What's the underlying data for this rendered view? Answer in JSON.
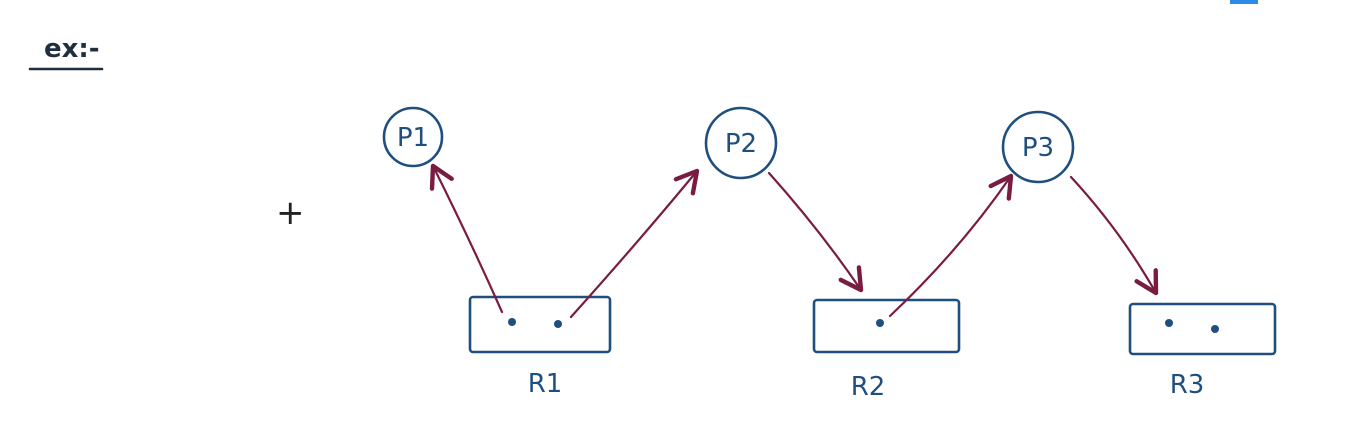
{
  "heading": "ex:-",
  "plus_sign": "+",
  "processes": [
    {
      "id": "P1",
      "label": "P1"
    },
    {
      "id": "P2",
      "label": "P2"
    },
    {
      "id": "P3",
      "label": "P3"
    }
  ],
  "resources": [
    {
      "id": "R1",
      "label": "R1",
      "instances": 2
    },
    {
      "id": "R2",
      "label": "R2",
      "instances": 1
    },
    {
      "id": "R3",
      "label": "R3",
      "instances": 2
    }
  ],
  "edges": [
    {
      "from": "R1",
      "to": "P1",
      "kind": "assignment"
    },
    {
      "from": "R1",
      "to": "P2",
      "kind": "assignment"
    },
    {
      "from": "P2",
      "to": "R2",
      "kind": "request"
    },
    {
      "from": "R2",
      "to": "P3",
      "kind": "assignment"
    },
    {
      "from": "P3",
      "to": "R3",
      "kind": "request"
    }
  ],
  "colors": {
    "node_ink": "#1f4f7e",
    "edge_ink": "#7a1c40",
    "heading_ink": "#1f2f3f",
    "corner_mark": "#2b8be6"
  }
}
